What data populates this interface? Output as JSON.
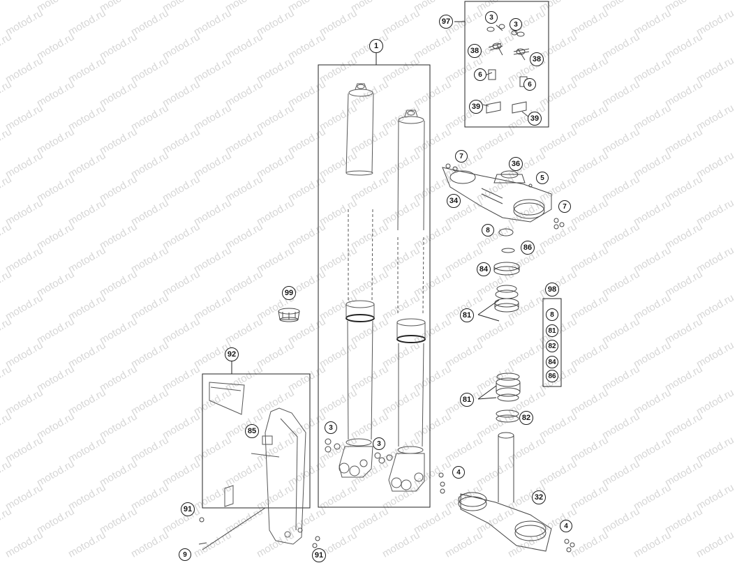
{
  "watermark": {
    "text": "motod.ru"
  },
  "callouts": [
    {
      "id": "c97",
      "label": "97"
    },
    {
      "id": "c3a",
      "label": "3"
    },
    {
      "id": "c3b",
      "label": "3"
    },
    {
      "id": "c38a",
      "label": "38"
    },
    {
      "id": "c38b",
      "label": "38"
    },
    {
      "id": "c6a",
      "label": "6"
    },
    {
      "id": "c6b",
      "label": "6"
    },
    {
      "id": "c39a",
      "label": "39"
    },
    {
      "id": "c39b",
      "label": "39"
    },
    {
      "id": "c1",
      "label": "1"
    },
    {
      "id": "c7a",
      "label": "7"
    },
    {
      "id": "c36",
      "label": "36"
    },
    {
      "id": "c5",
      "label": "5"
    },
    {
      "id": "c34",
      "label": "34"
    },
    {
      "id": "c7b",
      "label": "7"
    },
    {
      "id": "c8",
      "label": "8"
    },
    {
      "id": "c86",
      "label": "86"
    },
    {
      "id": "c84",
      "label": "84"
    },
    {
      "id": "c98",
      "label": "98"
    },
    {
      "id": "k8",
      "label": "8"
    },
    {
      "id": "k81",
      "label": "81"
    },
    {
      "id": "k82",
      "label": "82"
    },
    {
      "id": "k84",
      "label": "84"
    },
    {
      "id": "k86",
      "label": "86"
    },
    {
      "id": "c81a",
      "label": "81"
    },
    {
      "id": "c99",
      "label": "99"
    },
    {
      "id": "c92",
      "label": "92"
    },
    {
      "id": "c81b",
      "label": "81"
    },
    {
      "id": "c82",
      "label": "82"
    },
    {
      "id": "c85",
      "label": "85"
    },
    {
      "id": "c3c",
      "label": "3"
    },
    {
      "id": "c3d",
      "label": "3"
    },
    {
      "id": "c4a",
      "label": "4"
    },
    {
      "id": "c32",
      "label": "32"
    },
    {
      "id": "c91a",
      "label": "91"
    },
    {
      "id": "c4b",
      "label": "4"
    },
    {
      "id": "c9",
      "label": "9"
    },
    {
      "id": "c91b",
      "label": "91"
    }
  ]
}
